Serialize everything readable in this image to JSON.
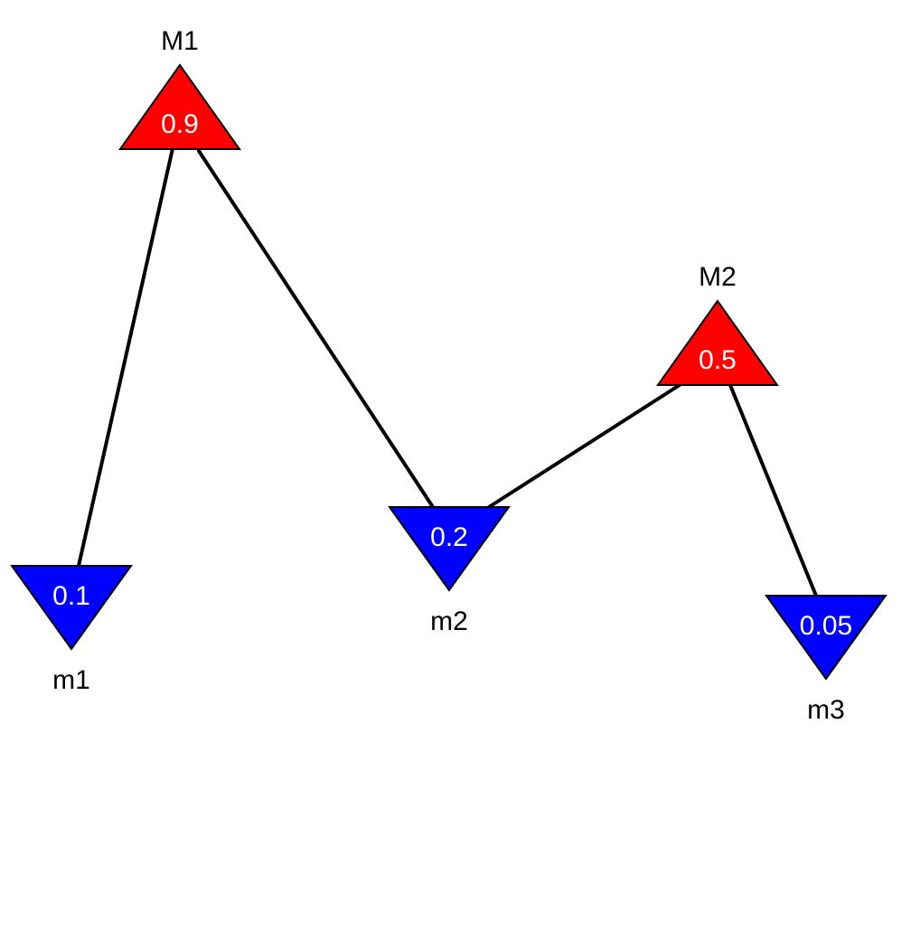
{
  "colors": {
    "maximum": "#ff0000",
    "minimum": "#0000ff",
    "edge": "#000000"
  },
  "nodes": [
    {
      "id": "M1",
      "name": "M1",
      "value": "0.9",
      "kind": "maximum"
    },
    {
      "id": "m1",
      "name": "m1",
      "value": "0.1",
      "kind": "minimum"
    },
    {
      "id": "m2",
      "name": "m2",
      "value": "0.2",
      "kind": "minimum"
    },
    {
      "id": "M2",
      "name": "M2",
      "value": "0.5",
      "kind": "maximum"
    },
    {
      "id": "m3",
      "name": "m3",
      "value": "0.05",
      "kind": "minimum"
    }
  ],
  "edges": [
    {
      "from": "M1",
      "to": "m1"
    },
    {
      "from": "M1",
      "to": "m2"
    },
    {
      "from": "M2",
      "to": "m2"
    },
    {
      "from": "M2",
      "to": "m3"
    }
  ]
}
